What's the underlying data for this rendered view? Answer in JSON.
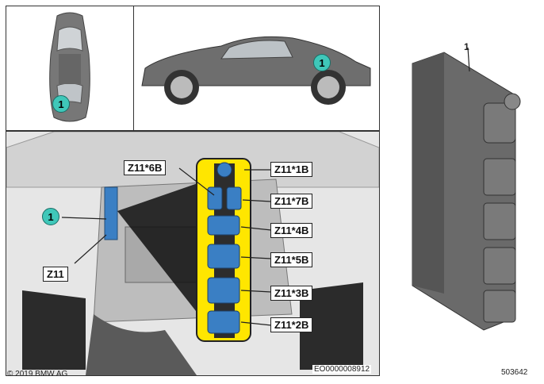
{
  "labels": {
    "z11_6b": "Z11*6B",
    "z11_1b": "Z11*1B",
    "z11_7b": "Z11*7B",
    "z11_4b": "Z11*4B",
    "z11_5b": "Z11*5B",
    "z11_3b": "Z11*3B",
    "z11_2b": "Z11*2B",
    "z11": "Z11"
  },
  "callouts": {
    "number": "1"
  },
  "part_label": "1",
  "copyright": "© 2019 BMW AG",
  "image_code": "EO0000008912",
  "ref_number": "503642",
  "colors": {
    "callout": "#3fc7b9",
    "highlight": "#ffe600",
    "connector_blue": "#3a7fc4"
  }
}
